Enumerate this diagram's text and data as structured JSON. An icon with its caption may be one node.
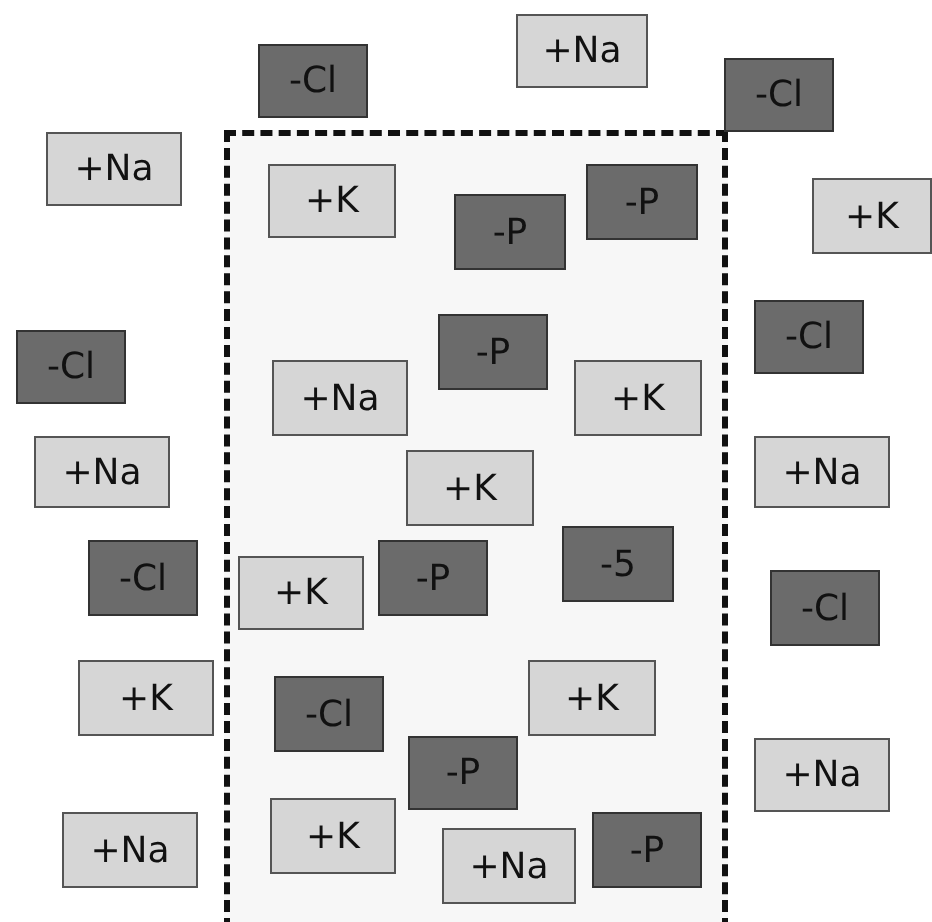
{
  "diagram": {
    "nodes": [
      {
        "text": [
          "+Na"
        ]
      },
      {
        "text": [
          "-Cl"
        ]
      },
      {
        "text": [
          "-Cl"
        ]
      },
      {
        "text": [],
        "shape": "box"
      },
      {
        "text": [
          "+Na"
        ]
      },
      {
        "text": [
          "+K"
        ],
        "in": 3
      },
      {
        "text": [
          "-P"
        ],
        "in": 3
      },
      {
        "text": [
          "+K"
        ]
      },
      {
        "text": [
          "-P"
        ],
        "in": 3
      },
      {
        "text": [
          "-Cl"
        ]
      },
      {
        "text": [
          "-P"
        ],
        "in": 3
      },
      {
        "text": [
          "-Cl"
        ]
      },
      {
        "text": [
          "+Na"
        ],
        "in": 3
      },
      {
        "text": [
          "+K"
        ],
        "in": 3
      },
      {
        "text": [
          "+Na"
        ]
      },
      {
        "text": [
          "+Na"
        ]
      },
      {
        "text": [
          "+K"
        ],
        "in": 3
      },
      {
        "text": [
          "-5"
        ],
        "in": 3
      },
      {
        "text": [
          "-P"
        ],
        "in": 3
      },
      {
        "text": [
          "-Cl"
        ]
      },
      {
        "text": [
          "+K"
        ],
        "in": 3
      },
      {
        "text": [
          "-Cl"
        ]
      },
      {
        "text": [
          "+K"
        ]
      },
      {
        "text": [
          "+K"
        ],
        "in": 3
      },
      {
        "text": [
          "-Cl"
        ],
        "in": 3
      },
      {
        "text": [
          "-P"
        ],
        "in": 3
      },
      {
        "text": [
          "+Na"
        ]
      },
      {
        "text": [
          "+K"
        ],
        "in": 3
      },
      {
        "text": [
          "+Na"
        ]
      },
      {
        "text": [
          "-P"
        ],
        "in": 3
      },
      {
        "text": [
          "+Na"
        ],
        "in": 3
      }
    ]
  }
}
